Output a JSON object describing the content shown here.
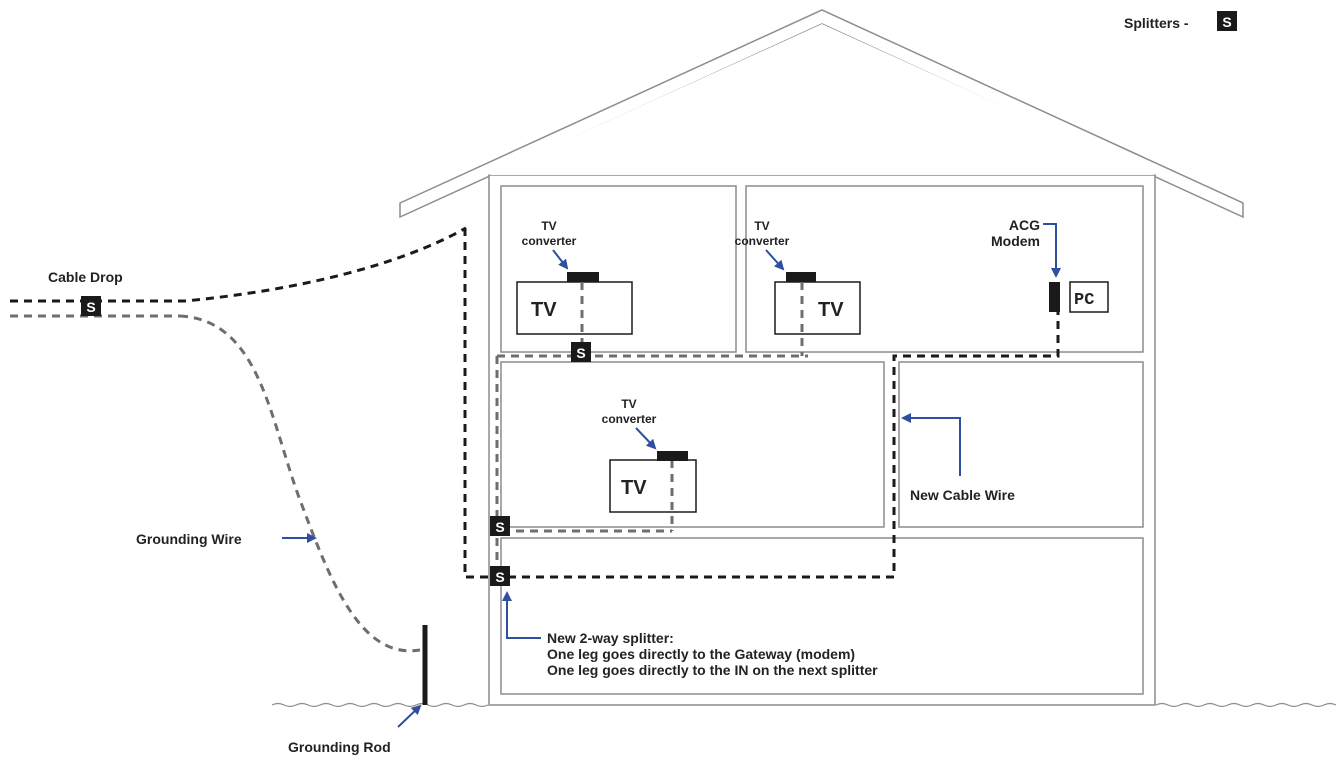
{
  "legend": {
    "label": "Splitters - ",
    "symbol": "S"
  },
  "splitter_symbol": "S",
  "labels": {
    "cable_drop": "Cable Drop",
    "grounding_wire": "Grounding Wire",
    "grounding_rod": "Grounding Rod",
    "new_cable_wire": "New Cable Wire",
    "acg_modem_line1": "ACG",
    "acg_modem_line2": "Modem",
    "pc": "PC",
    "tv": "TV",
    "tv_converter_line1": "TV",
    "tv_converter_line2": "converter",
    "new_splitter_lines": [
      "New 2-way splitter:",
      "One leg goes directly to the Gateway (modem)",
      "One leg goes directly to the IN on the next splitter"
    ]
  },
  "colors": {
    "wall": "#8c8c8c",
    "existing_cable": "#6e6e6e",
    "new_cable": "#1a1a1a",
    "arrow": "#2f4fa0",
    "text": "#222222",
    "splitter_fill": "#1a1a1a"
  }
}
